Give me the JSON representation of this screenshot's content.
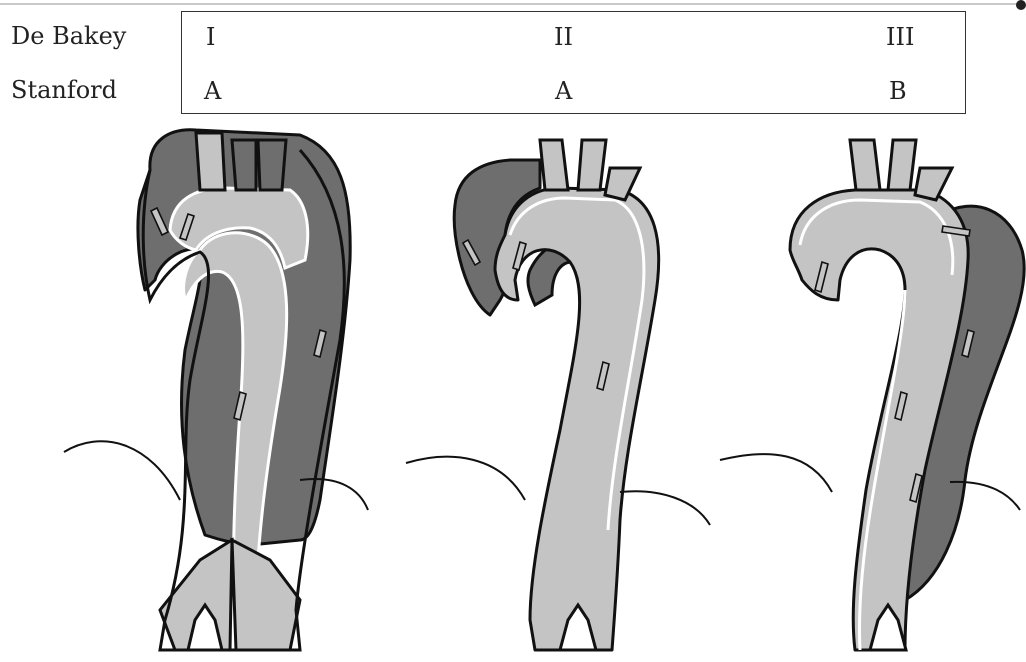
{
  "labels": {
    "row1": "De Bakey",
    "row2": "Stanford"
  },
  "types": [
    {
      "debakey": "I",
      "stanford": "A"
    },
    {
      "debakey": "II",
      "stanford": "A"
    },
    {
      "debakey": "III",
      "stanford": "B"
    }
  ],
  "colors": {
    "true_lumen": "#c4c4c4",
    "false_lumen": "#6e6e6e",
    "outline": "#111111",
    "table_border": "#333333"
  }
}
